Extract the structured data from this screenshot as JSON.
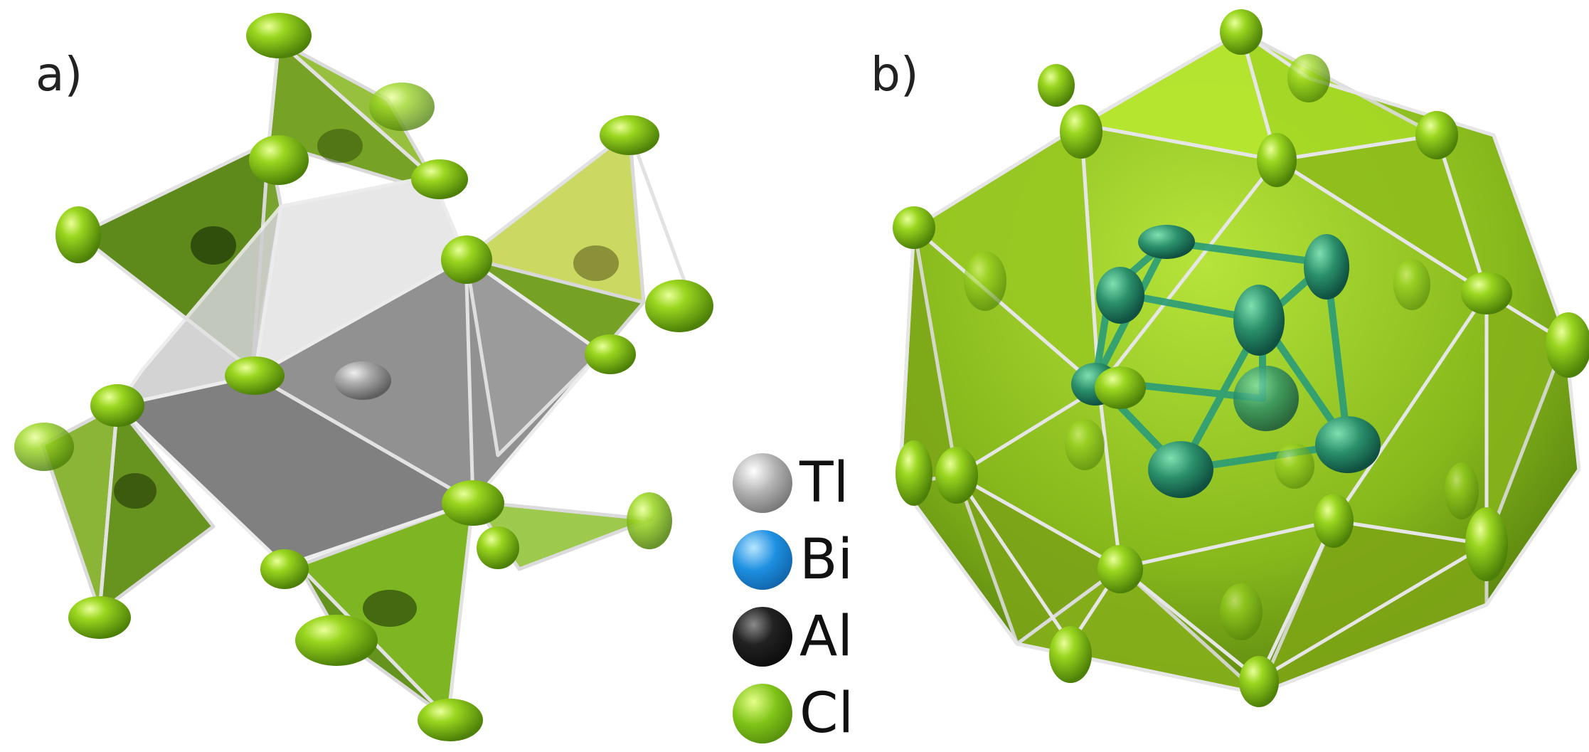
{
  "panels": [
    {
      "label": "a)"
    },
    {
      "label": "b)"
    }
  ],
  "legend": {
    "items": [
      {
        "symbol": "Tl",
        "color": "#8e8e8e"
      },
      {
        "symbol": "Bi",
        "color": "#1a86d8"
      },
      {
        "symbol": "Al",
        "color": "#141414"
      },
      {
        "symbol": "Cl",
        "color": "#7fc21a"
      }
    ]
  },
  "colors": {
    "chlorine": "#86c614",
    "thallium_polyhedron": "#9a9a9a",
    "aluminum_tetrahedron": "#5f8f14",
    "bismuth_cluster": "#1f8a6a",
    "shell": "#8dc21a"
  }
}
